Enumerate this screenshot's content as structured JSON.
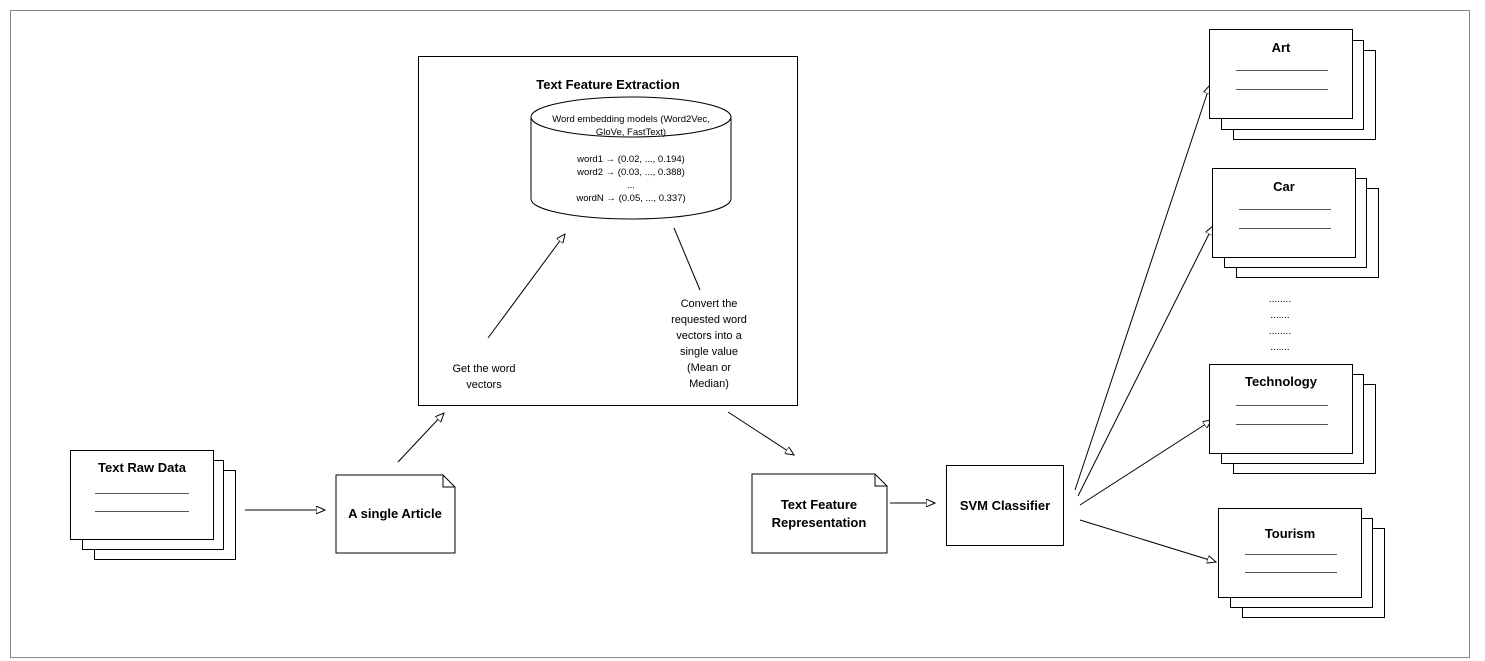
{
  "feature_extraction": {
    "title": "Text Feature Extraction",
    "db_title_line1": "Word embedding models (Word2Vec,",
    "db_title_line2": "GloVe, FastText)",
    "vectors": [
      "word1 → (0.02, ..., 0.194)",
      "word2 → (0.03, ..., 0.388)",
      "...",
      "wordN → (0.05, ..., 0.337)"
    ],
    "get_vectors_label": [
      "Get the word",
      "vectors"
    ],
    "convert_label": [
      "Convert the",
      "requested word",
      "vectors into a",
      "single value",
      "(Mean or",
      "Median)"
    ]
  },
  "nodes": {
    "raw_data": "Text Raw Data",
    "single_article": "A single Article",
    "feature_repr_line1": "Text Feature",
    "feature_repr_line2": "Representation",
    "classifier": "SVM Classifier"
  },
  "categories": [
    "Art",
    "Car",
    "Technology",
    "Tourism"
  ],
  "ellipsis_rows": [
    "........",
    ".......",
    "........",
    "......."
  ]
}
